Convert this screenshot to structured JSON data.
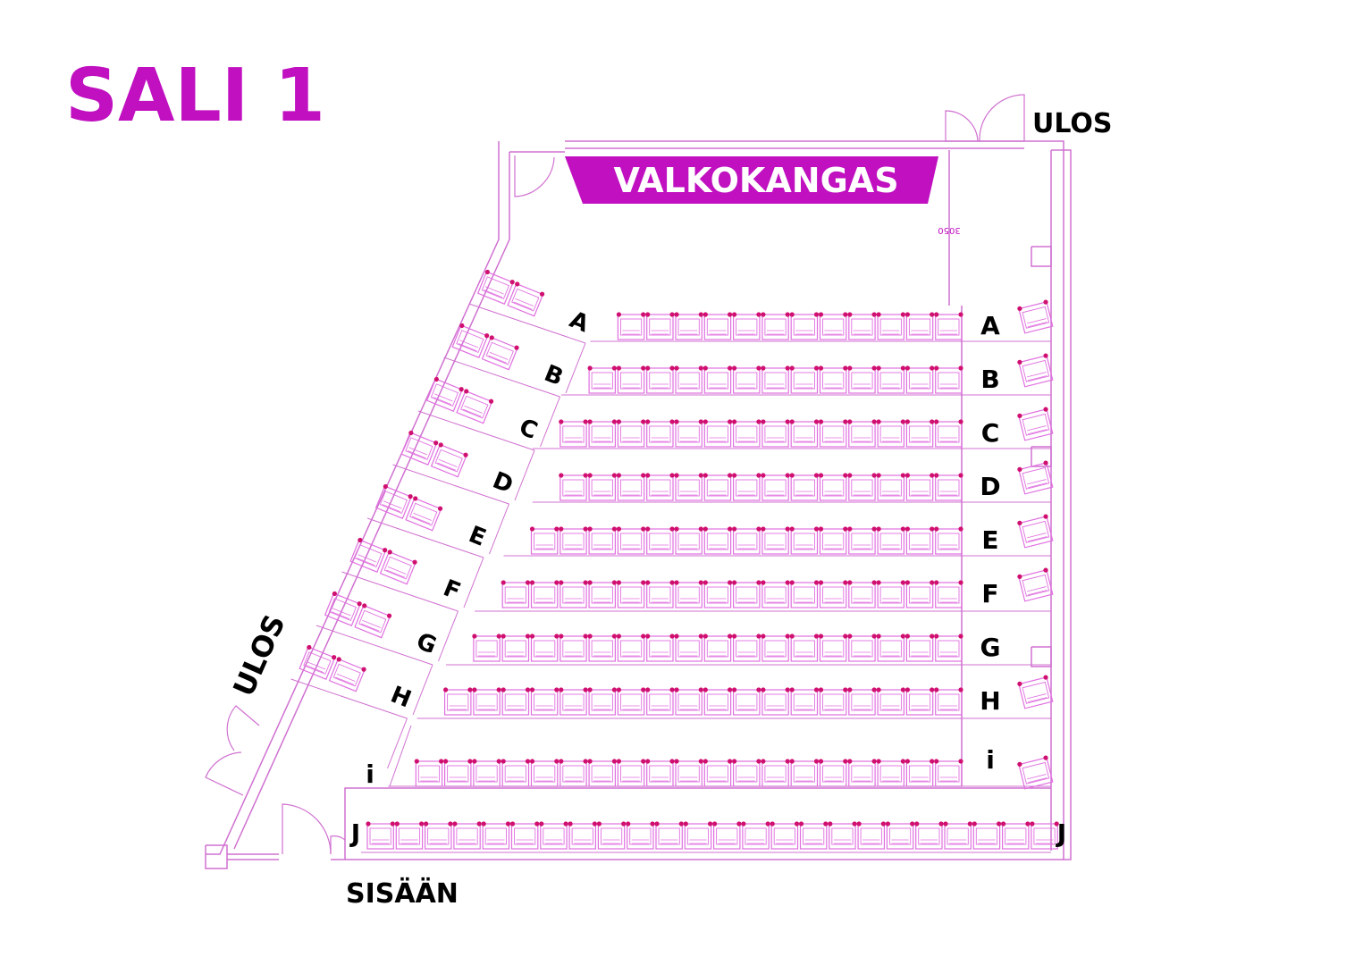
{
  "hall_title": "SALI 1",
  "screen_label": "VALKOKANGAS",
  "dimension_note": "3050",
  "exit_labels": {
    "top_right": "ULOS",
    "left": "ULOS"
  },
  "entrance_label": "SISÄÄN",
  "colors": {
    "accent": "#c010c0",
    "line": "#d070d0",
    "seat": "#e070e0",
    "seat_dot": "#d01070",
    "text": "#000000"
  },
  "rows": [
    {
      "label": "A",
      "main_seats": 12,
      "side_seats": 2,
      "right_seats": 1
    },
    {
      "label": "B",
      "main_seats": 13,
      "side_seats": 2,
      "right_seats": 1
    },
    {
      "label": "C",
      "main_seats": 14,
      "side_seats": 2,
      "right_seats": 1
    },
    {
      "label": "D",
      "main_seats": 14,
      "side_seats": 2,
      "right_seats": 1
    },
    {
      "label": "E",
      "main_seats": 15,
      "side_seats": 2,
      "right_seats": 1
    },
    {
      "label": "F",
      "main_seats": 16,
      "side_seats": 2,
      "right_seats": 1
    },
    {
      "label": "G",
      "main_seats": 17,
      "side_seats": 2,
      "right_seats": 0
    },
    {
      "label": "H",
      "main_seats": 18,
      "side_seats": 2,
      "right_seats": 1
    },
    {
      "label": "i",
      "main_seats": 19,
      "side_seats": 0,
      "right_seats": 1
    },
    {
      "label": "J",
      "main_seats": 24,
      "side_seats": 0,
      "right_seats": 0
    }
  ]
}
